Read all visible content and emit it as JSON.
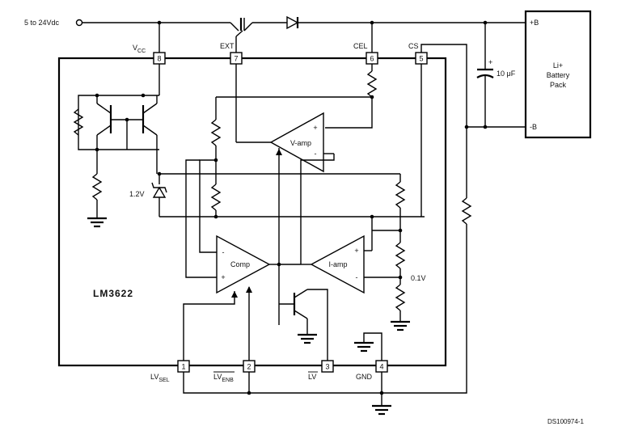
{
  "supply_label": "5 to 24Vdc",
  "chip_name": "LM3622",
  "battery": {
    "line1": "Li+",
    "line2": "Battery",
    "line3": "Pack",
    "pos": "+B",
    "neg": "-B"
  },
  "capacitor": {
    "value": "10 μF",
    "polarity": "+"
  },
  "zener_label": "1.2V",
  "sense_label": "0.1V",
  "pins": {
    "vcc": {
      "name": "V",
      "sub": "CC",
      "num": "8"
    },
    "ext": {
      "name": "EXT",
      "num": "7"
    },
    "cel": {
      "name": "CEL",
      "num": "6"
    },
    "cs": {
      "name": "CS",
      "num": "5"
    },
    "lvsel": {
      "name": "LV",
      "sub": "SEL",
      "num": "1"
    },
    "lvenb": {
      "name": "LV",
      "sub": "ENB",
      "num": "2"
    },
    "lv": {
      "name": "LV",
      "num": "3"
    },
    "gnd": {
      "name": "GND",
      "num": "4"
    }
  },
  "amps": {
    "vamp": {
      "name": "V-amp",
      "plus": "+",
      "minus": "-"
    },
    "comp": {
      "name": "Comp",
      "plus": "+",
      "minus": "-"
    },
    "iamp": {
      "name": "I-amp",
      "plus": "+",
      "minus": "-"
    }
  },
  "doc_id": "DS100974-1"
}
